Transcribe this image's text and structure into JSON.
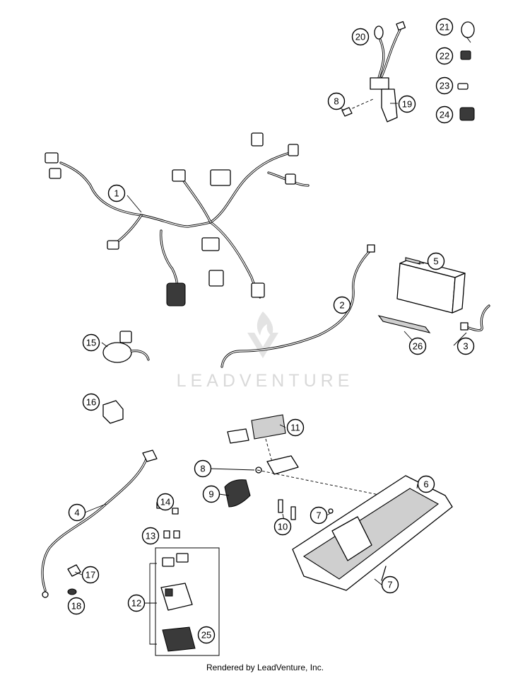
{
  "watermark": {
    "brand": "LEADVENTURE"
  },
  "footer": {
    "credit": "Rendered by LeadVenture, Inc."
  },
  "callouts": [
    {
      "id": "c20",
      "label": "20"
    },
    {
      "id": "c21",
      "label": "21"
    },
    {
      "id": "c22",
      "label": "22"
    },
    {
      "id": "c23",
      "label": "23"
    },
    {
      "id": "c24",
      "label": "24"
    },
    {
      "id": "c8a",
      "label": "8"
    },
    {
      "id": "c19",
      "label": "19"
    },
    {
      "id": "c1",
      "label": "1"
    },
    {
      "id": "c5",
      "label": "5"
    },
    {
      "id": "c2",
      "label": "2"
    },
    {
      "id": "c15",
      "label": "15"
    },
    {
      "id": "c26",
      "label": "26"
    },
    {
      "id": "c3",
      "label": "3"
    },
    {
      "id": "c16",
      "label": "16"
    },
    {
      "id": "c11",
      "label": "11"
    },
    {
      "id": "c8b",
      "label": "8"
    },
    {
      "id": "c6",
      "label": "6"
    },
    {
      "id": "c9",
      "label": "9"
    },
    {
      "id": "c4",
      "label": "4"
    },
    {
      "id": "c14",
      "label": "14"
    },
    {
      "id": "c7a",
      "label": "7"
    },
    {
      "id": "c10",
      "label": "10"
    },
    {
      "id": "c13",
      "label": "13"
    },
    {
      "id": "c17",
      "label": "17"
    },
    {
      "id": "c7b",
      "label": "7"
    },
    {
      "id": "c12",
      "label": "12"
    },
    {
      "id": "c18",
      "label": "18"
    },
    {
      "id": "c25",
      "label": "25"
    }
  ]
}
